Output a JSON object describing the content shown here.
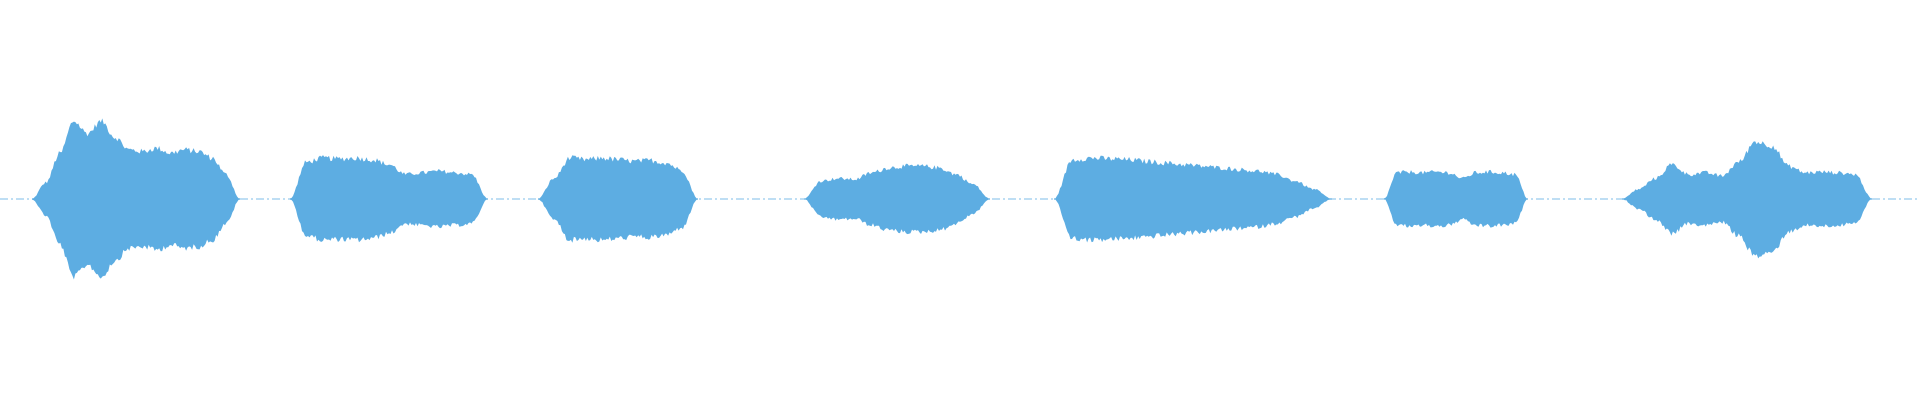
{
  "waveform": {
    "color": "#5DADE2",
    "baseline_color": "#5DADE2",
    "segments": [
      {
        "name": "segment-1",
        "profile": [
          0,
          0.2,
          0.55,
          0.95,
          0.8,
          0.95,
          0.75,
          0.6,
          0.58,
          0.62,
          0.56,
          0.6,
          0.58,
          0.5,
          0.3,
          0
        ]
      },
      {
        "name": "segment-2",
        "profile": [
          0,
          0.45,
          0.5,
          0.49,
          0.5,
          0.48,
          0.42,
          0.3,
          0.32,
          0.34,
          0.32,
          0.3,
          0
        ]
      },
      {
        "name": "segment-3",
        "profile": [
          0,
          0.25,
          0.5,
          0.48,
          0.5,
          0.48,
          0.46,
          0.47,
          0.44,
          0.35,
          0
        ]
      },
      {
        "name": "segment-4",
        "profile": [
          0,
          0.22,
          0.25,
          0.24,
          0.32,
          0.38,
          0.4,
          0.4,
          0.38,
          0.3,
          0.18,
          0
        ]
      },
      {
        "name": "segment-5",
        "profile": [
          0,
          0.48,
          0.5,
          0.49,
          0.48,
          0.46,
          0.44,
          0.42,
          0.4,
          0.38,
          0.36,
          0.34,
          0.3,
          0.22,
          0.12,
          0
        ]
      },
      {
        "name": "segment-6",
        "profile": [
          0,
          0.32,
          0.33,
          0.32,
          0.33,
          0.32,
          0.25,
          0.32,
          0.33,
          0.32,
          0.3,
          0
        ]
      },
      {
        "name": "segment-7",
        "profile": [
          0,
          0.12,
          0.25,
          0.42,
          0.3,
          0.32,
          0.28,
          0.45,
          0.7,
          0.65,
          0.4,
          0.32,
          0.33,
          0.32,
          0.3,
          0
        ]
      }
    ]
  }
}
